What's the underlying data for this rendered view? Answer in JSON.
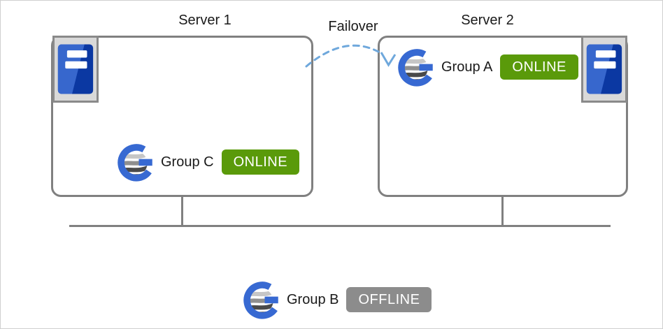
{
  "diagram_title": "server-failover-diagram",
  "labels": {
    "server1": "Server 1",
    "server2": "Server 2",
    "failover": "Failover"
  },
  "groups": {
    "a": {
      "name": "Group A",
      "status": "ONLINE"
    },
    "b": {
      "name": "Group B",
      "status": "OFFLINE"
    },
    "c": {
      "name": "Group C",
      "status": "ONLINE"
    }
  },
  "colors": {
    "online_badge": "#5a9a0a",
    "offline_badge": "#8c8c8c",
    "box_border": "#808080",
    "failover_arrow": "#6fa8dc",
    "group_icon_blue": "#3769d2",
    "server_icon_light_blue": "#3767cd",
    "server_icon_dark_blue": "#0b38a2"
  },
  "icons": {
    "server": "server-tower-icon",
    "group": "cluster-group-icon"
  }
}
